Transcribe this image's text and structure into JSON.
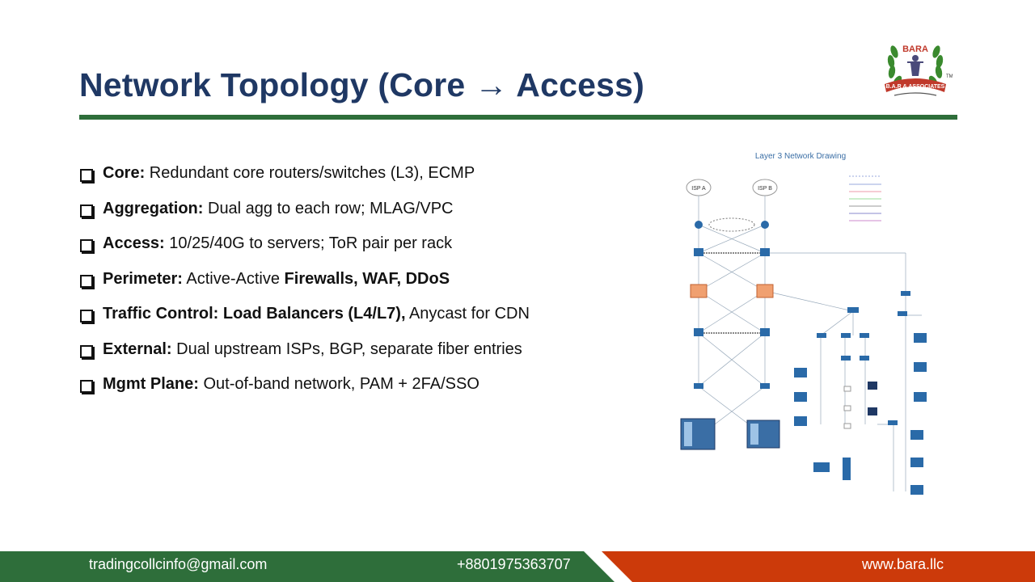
{
  "slide": {
    "title": "Network Topology (Core → Access)"
  },
  "logo": {
    "name": "bara-associates-logo",
    "top_text": "BARA",
    "ribbon_text": "B.A.R & ASSOCIATES",
    "mark": "TM"
  },
  "bullets": [
    {
      "parts": [
        {
          "b": "Core:"
        },
        {
          "t": " Redundant core routers/switches (L3), ECMP"
        }
      ]
    },
    {
      "parts": [
        {
          "b": "Aggregation:"
        },
        {
          "t": " Dual agg to each row; MLAG/VPC"
        }
      ]
    },
    {
      "parts": [
        {
          "b": "Access:"
        },
        {
          "t": " 10/25/40G to servers; ToR pair per rack"
        }
      ]
    },
    {
      "parts": [
        {
          "b": "Perimeter:"
        },
        {
          "t": " Active-Active "
        },
        {
          "b": "Firewalls, WAF, DDoS"
        }
      ]
    },
    {
      "parts": [
        {
          "b": "Traffic Control: Load Balancers (L4/L7),"
        },
        {
          "t": " Anycast for CDN"
        }
      ]
    },
    {
      "parts": [
        {
          "b": "External:"
        },
        {
          "t": " Dual upstream ISPs, BGP, separate fiber entries"
        }
      ]
    },
    {
      "parts": [
        {
          "b": "Mgmt Plane:"
        },
        {
          "t": " Out-of-band network, PAM + 2FA/SSO"
        }
      ]
    }
  ],
  "diagram": {
    "title": "Layer 3 Network Drawing",
    "isp_a": "ISP A",
    "isp_b": "ISP B"
  },
  "footer": {
    "email": "tradingcollcinfo@gmail.com",
    "phone": "+8801975363707",
    "website": "www.bara.llc"
  },
  "colors": {
    "title": "#1f3864",
    "rule": "#2e6e3a",
    "footer_green": "#2e6e3a",
    "footer_orange": "#cc3a0a"
  }
}
